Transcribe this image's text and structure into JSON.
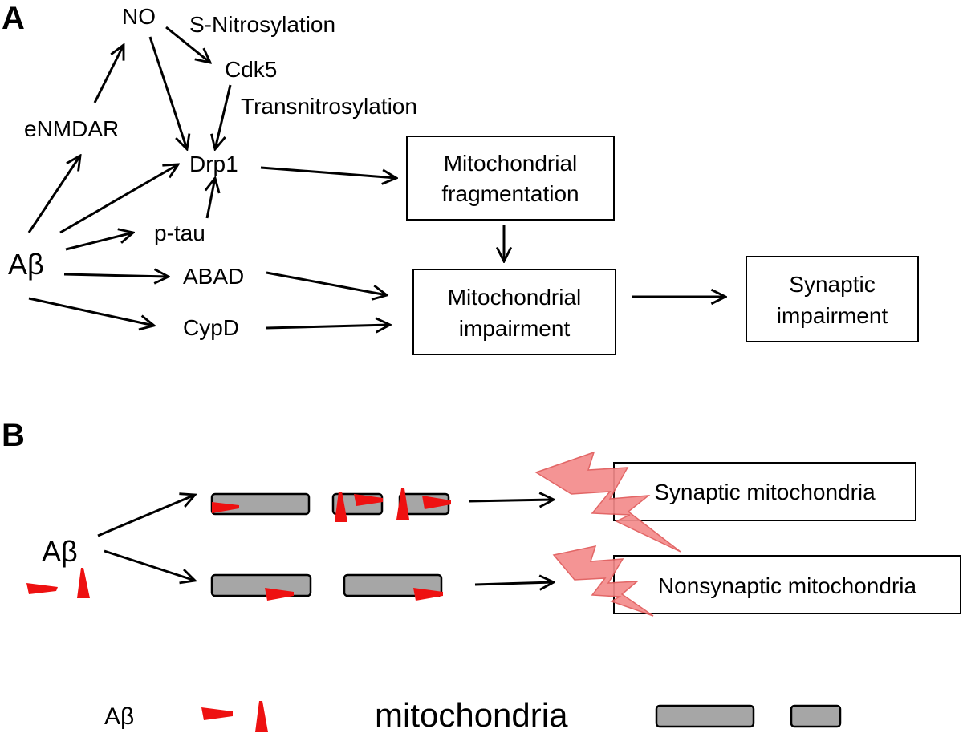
{
  "panels": {
    "a": "A",
    "b": "B"
  },
  "panel_a": {
    "nodes": {
      "no": "NO",
      "s_nitrosylation": "S-Nitrosylation",
      "cdk5": "Cdk5",
      "transnitrosylation": "Transnitrosylation",
      "enmdar": "eNMDAR",
      "drp1": "Drp1",
      "ptau": "p-tau",
      "abeta": "Aβ",
      "abad": "ABAD",
      "cypd": "CypD"
    },
    "boxes": {
      "frag_line1": "Mitochondrial",
      "frag_line2": "fragmentation",
      "impair_line1": "Mitochondrial",
      "impair_line2": "impairment",
      "synaptic_line1": "Synaptic",
      "synaptic_line2": "impairment"
    }
  },
  "panel_b": {
    "abeta": "Aβ",
    "synaptic_label": "Synaptic mitochondria",
    "nonsynaptic_label": "Nonsynaptic mitochondria"
  },
  "legend": {
    "abeta": "Aβ",
    "mitochondria": "mitochondria"
  },
  "colors": {
    "abeta_marker": "#ee1111",
    "mitochondria_fill": "#a6a6a6",
    "damage_bolt": "#f48b8b"
  }
}
